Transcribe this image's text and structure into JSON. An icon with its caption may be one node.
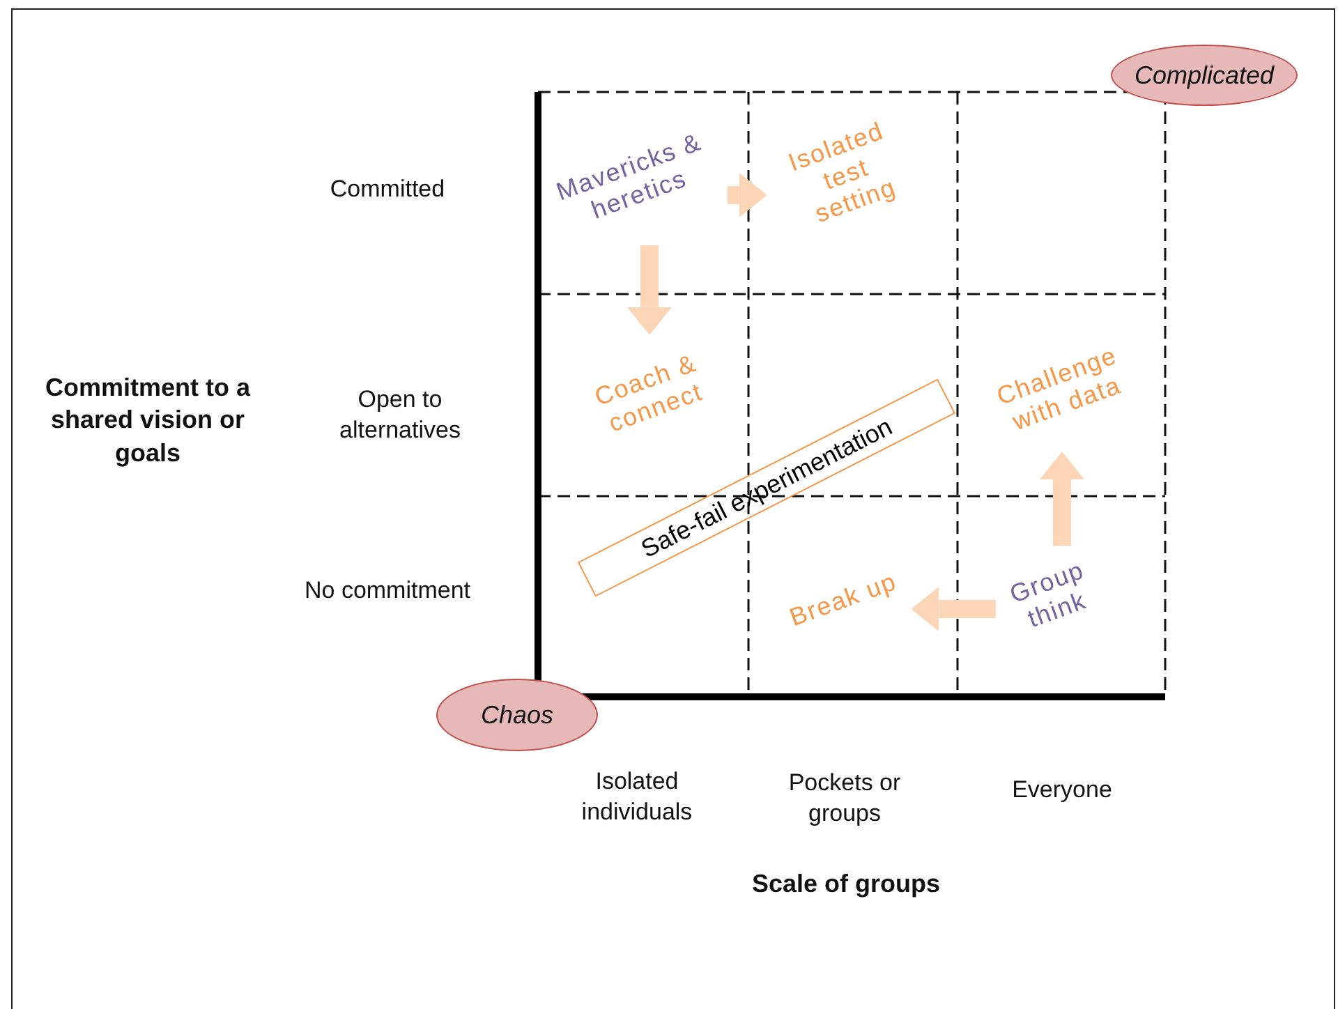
{
  "diagram": {
    "nodes": [
      {
        "text": [
          "Mavericks & heretics"
        ]
      },
      {
        "text": [
          "Isolated test setting"
        ]
      },
      {
        "text": [
          "Coach & connect"
        ]
      },
      {
        "text": [
          "Challenge with data"
        ]
      },
      {
        "text": [
          "Group think"
        ]
      },
      {
        "text": [
          "Break up"
        ]
      },
      {
        "text": [
          "Safe-fail experimentation"
        ]
      },
      {
        "text": [
          "Complicated"
        ]
      },
      {
        "text": [
          "Chaos"
        ]
      }
    ],
    "edges": [
      {
        "from": 0,
        "to": 1,
        "arrow": "to"
      },
      {
        "from": 0,
        "to": 2,
        "arrow": "to"
      },
      {
        "from": 4,
        "to": 3,
        "arrow": "to"
      },
      {
        "from": 4,
        "to": 5,
        "arrow": "to"
      }
    ],
    "labels": [
      "Committed",
      "Commitment to a shared vision or goals",
      "Open to alternatives",
      "No commitment",
      "Isolated individuals",
      "Pockets or groups",
      "Everyone",
      "Scale of groups"
    ]
  }
}
